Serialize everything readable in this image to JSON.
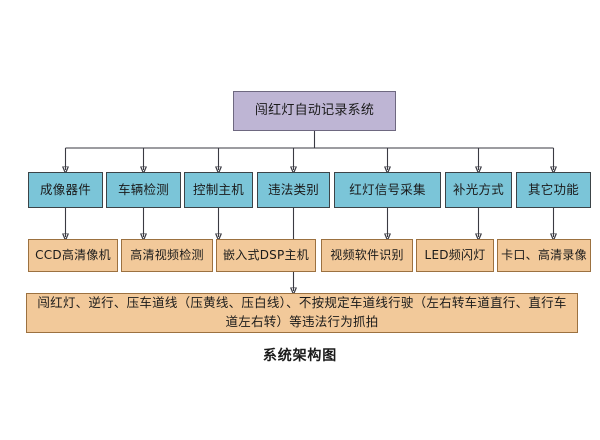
{
  "diagram": {
    "caption": "系统架构图",
    "root": {
      "label": "闯红灯自动记录系统",
      "color": "#beb5d4"
    },
    "level2_color": "#7bc5d8",
    "level3_color": "#f2c99a",
    "columns": [
      {
        "category": "成像器件",
        "detail": "CCD高清像机"
      },
      {
        "category": "车辆检测",
        "detail": "高清视频检测"
      },
      {
        "category": "控制主机",
        "detail": "嵌入式DSP主机"
      },
      {
        "category": "违法类别",
        "detail": ""
      },
      {
        "category": "红灯信号采集",
        "detail": "视频软件识别"
      },
      {
        "category": "补光方式",
        "detail": "LED频闪灯"
      },
      {
        "category": "其它功能",
        "detail": "卡口、高清录像"
      }
    ],
    "bottom": {
      "label": "闯红灯、逆行、压车道线（压黄线、压白线）、不按规定车道线行驶（左右转车道直行、直行车道左右转）等违法行为抓拍",
      "color": "#f2c99a"
    }
  },
  "chart_data": {
    "type": "table",
    "title": "系统架构图",
    "root": "闯红灯自动记录系统",
    "categories": [
      "成像器件",
      "车辆检测",
      "控制主机",
      "违法类别",
      "红灯信号采集",
      "补光方式",
      "其它功能"
    ],
    "details": [
      "CCD高清像机",
      "高清视频检测",
      "嵌入式DSP主机",
      "",
      "视频软件识别",
      "LED频闪灯",
      "卡口、高清录像"
    ],
    "terminal": "闯红灯、逆行、压车道线（压黄线、压白线）、不按规定车道线行驶（左右转车道直行、直行车道左右转）等违法行为抓拍"
  }
}
